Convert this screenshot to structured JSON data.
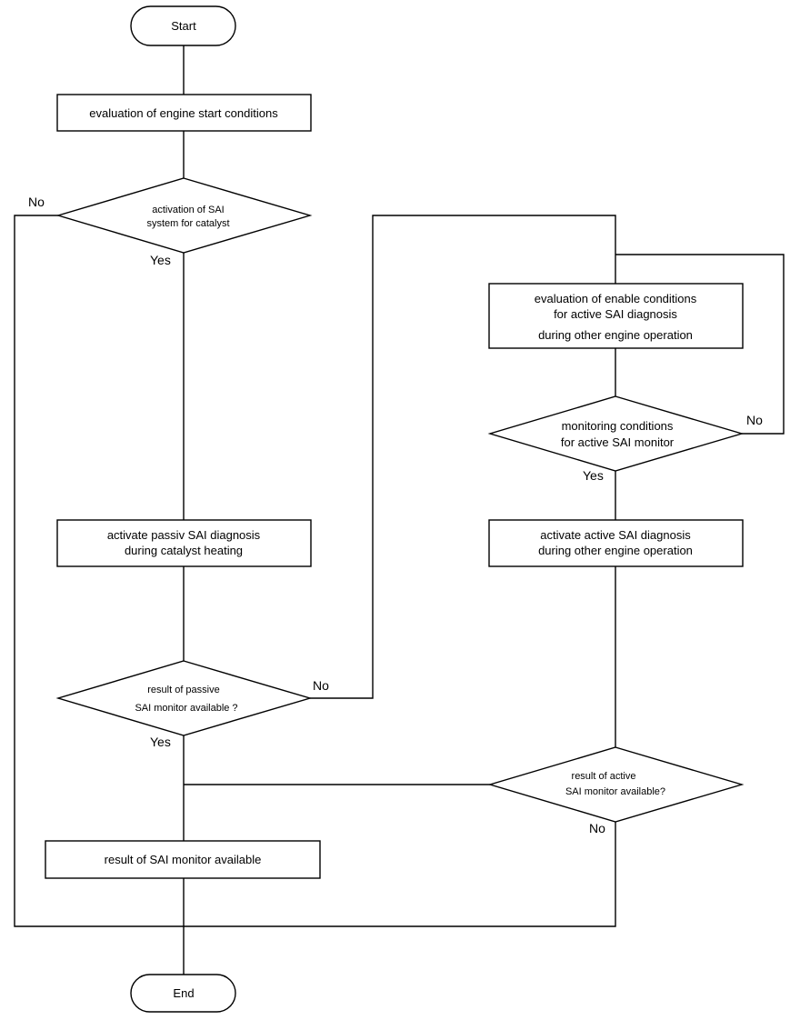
{
  "nodes": {
    "start": "Start",
    "evaluation_engine_start": "evaluation of engine start conditions",
    "activation_sai": [
      "activation of SAI",
      "system for catalyst"
    ],
    "activate_passive": [
      "activate passiv SAI diagnosis",
      "during catalyst heating"
    ],
    "result_passive": [
      "result of passive",
      "SAI monitor available ?"
    ],
    "result_sai": "result of SAI monitor available",
    "end": "End",
    "evaluation_enable": [
      "evaluation of enable conditions",
      "for active SAI diagnosis",
      "during other engine operation"
    ],
    "monitoring_conditions": [
      "monitoring conditions",
      "for active SAI monitor"
    ],
    "activate_active": [
      "activate active SAI diagnosis",
      "during other engine operation"
    ],
    "result_active": [
      "result of active",
      "SAI monitor available?"
    ]
  },
  "labels": {
    "no_activation": "No",
    "yes_activation": "Yes",
    "no_passive": "No",
    "yes_passive": "Yes",
    "no_monitoring": "No",
    "yes_monitoring": "Yes",
    "no_active_result": "No"
  }
}
